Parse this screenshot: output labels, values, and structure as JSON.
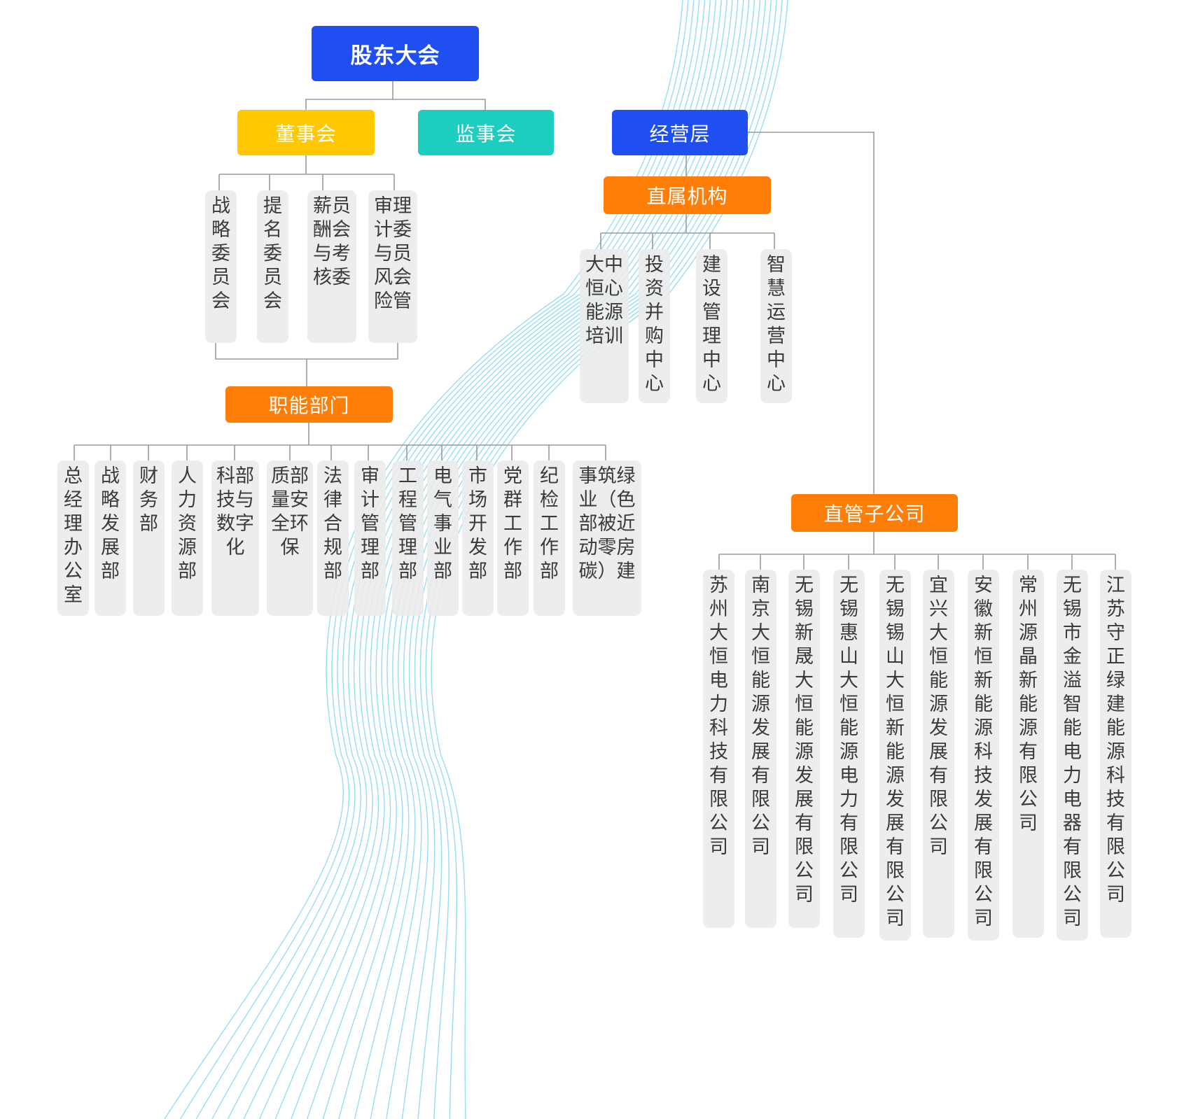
{
  "colors": {
    "blue": "#1f4ff1",
    "yellow": "#ffc800",
    "teal": "#1ccdc0",
    "orange": "#ff7e08",
    "leaf": "#ebebeb",
    "wave": "#74d2f2",
    "connector": "#9a9a9a"
  },
  "root": {
    "label": "股东大会"
  },
  "board": {
    "label": "董事会"
  },
  "supervisors": {
    "label": "监事会"
  },
  "management": {
    "label": "经营层"
  },
  "committees": [
    {
      "label": "战略委员会"
    },
    {
      "label": "提名委员会"
    },
    {
      "label": "薪员酬会与考核委"
    },
    {
      "label": "审理计委与员风会险管"
    }
  ],
  "functional": {
    "label": "职能部门",
    "items": [
      {
        "label": "总经理办公室"
      },
      {
        "label": "战略发展部"
      },
      {
        "label": "财务部"
      },
      {
        "label": "人力资源部"
      },
      {
        "label": "科部技与数字化"
      },
      {
        "label": "质部量安全环保"
      },
      {
        "label": "法律合规部"
      },
      {
        "label": "审计管理部"
      },
      {
        "label": "工程管理部"
      },
      {
        "label": "电气事业部"
      },
      {
        "label": "市场开发部"
      },
      {
        "label": "党群工作部"
      },
      {
        "label": "纪检工作部"
      },
      {
        "label": "事筑绿业（色部被近动零房碳）建"
      }
    ]
  },
  "direct": {
    "label": "直属机构",
    "items": [
      {
        "label": "大中恒心能源培训"
      },
      {
        "label": "投资并购中心"
      },
      {
        "label": "建设管理中心"
      },
      {
        "label": "智慧运营中心"
      }
    ]
  },
  "subsidiaries": {
    "label": "直管子公司",
    "items": [
      {
        "label": "苏州大恒电力科技有限公司"
      },
      {
        "label": "南京大恒能源发展有限公司"
      },
      {
        "label": "无锡新晟大恒能源发展有限公司"
      },
      {
        "label": "无锡惠山大恒能源电力有限公司"
      },
      {
        "label": "无锡锡山大恒新能源发展有限公司"
      },
      {
        "label": "宜兴大恒能源发展有限公司"
      },
      {
        "label": "安徽新恒新能源科技发展有限公司"
      },
      {
        "label": "常州源晶新能源有限公司"
      },
      {
        "label": "无锡市金溢智能电力电器有限公司"
      },
      {
        "label": "江苏守正绿建能源科技有限公司"
      }
    ]
  }
}
